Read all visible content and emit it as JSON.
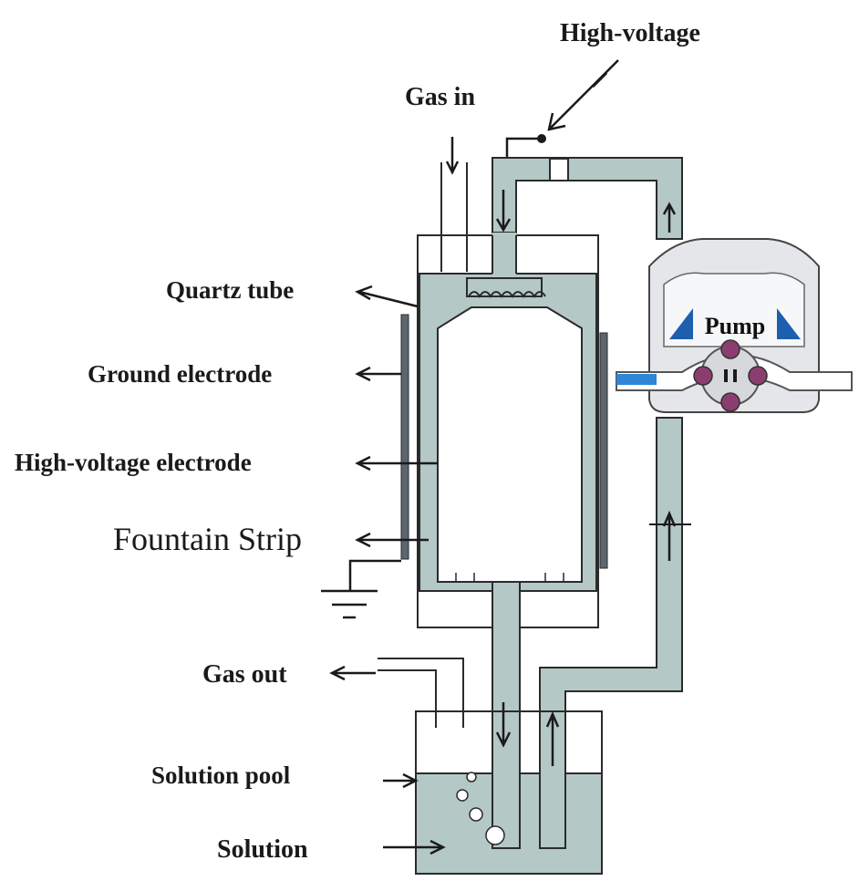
{
  "labels": {
    "high_voltage": "High-voltage",
    "gas_in": "Gas in",
    "quartz_tube": "Quartz tube",
    "ground_electrode": "Ground electrode",
    "high_voltage_electrode": "High-voltage electrode",
    "fountain_strip": "Fountain Strip",
    "gas_out": "Gas out",
    "solution_pool": "Solution pool",
    "solution": "Solution",
    "pump": "Pump"
  },
  "colors": {
    "liquid": "#b4c8c6",
    "outline": "#2b2b2b",
    "electrode": "#5c6670",
    "pump_body": "#e4e6ea",
    "roller": "#8c3d6f",
    "blue_accent": "#1d5fae"
  }
}
